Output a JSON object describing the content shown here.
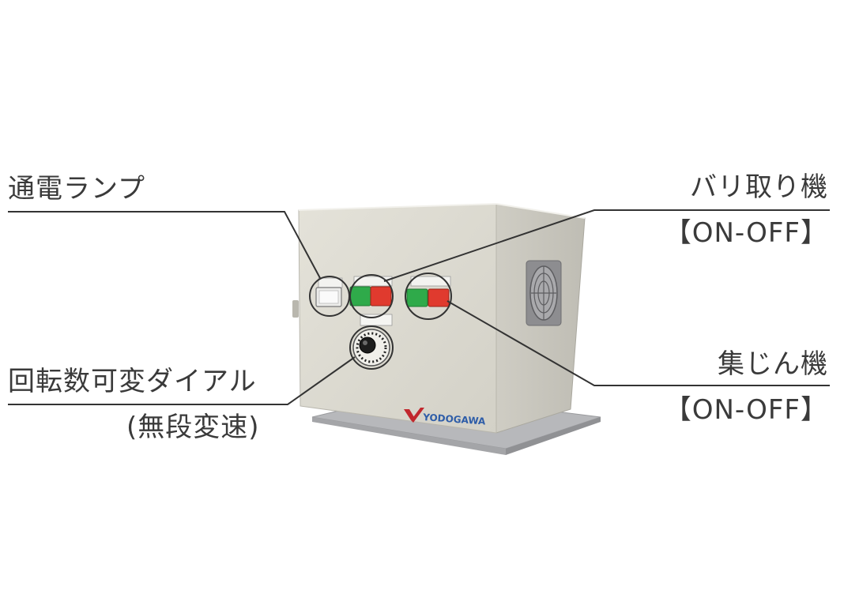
{
  "callouts": {
    "power_lamp": "通電ランプ",
    "speed_dial": "回転数可変ダイアル",
    "speed_dial_note": "(無段変速)",
    "deburr_machine": "バリ取り機",
    "deburr_onoff": "【ON-OFF】",
    "dust_collector": "集じん機",
    "dust_onoff": "【ON-OFF】"
  },
  "product": {
    "brand": "YODOGAWA"
  },
  "colors": {
    "cabinet_front": "#dcdad1",
    "cabinet_side": "#c9c7be",
    "start_button": "#2faa4a",
    "stop_button": "#e03a2e",
    "callout_line": "#333333"
  }
}
